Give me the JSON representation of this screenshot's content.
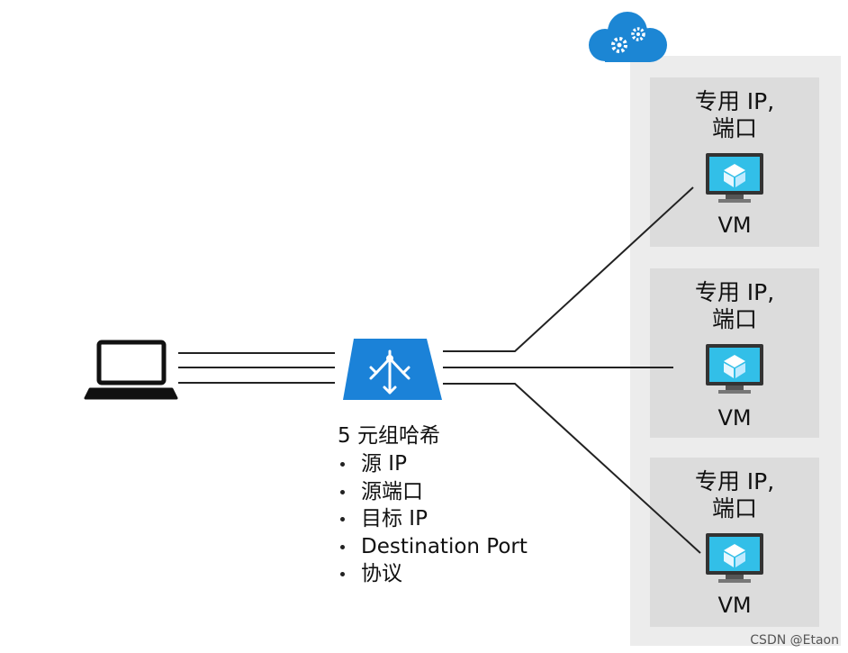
{
  "vm_panels": [
    {
      "label_line1": "专用 IP,",
      "label_line2": "端口",
      "vm_label": "VM"
    },
    {
      "label_line1": "专用 IP,",
      "label_line2": "端口",
      "vm_label": "VM"
    },
    {
      "label_line1": "专用 IP,",
      "label_line2": "端口",
      "vm_label": "VM"
    }
  ],
  "hash_info": {
    "title": "5 元组哈希",
    "items": [
      "源 IP",
      "源端口",
      "目标 IP",
      "Destination Port",
      "协议"
    ]
  },
  "watermark": "CSDN @Etaon",
  "icons": {
    "client": "laptop-icon",
    "load_balancer": "load-balancer-icon",
    "cloud": "cloud-services-icon",
    "vm": "virtual-machine-icon"
  },
  "colors": {
    "azure_blue": "#1b82d8",
    "cloud_blue": "#1c86d4",
    "monitor_cyan": "#32bfe8",
    "panel_gray": "#dcdcdc",
    "backdrop_gray": "#ececec",
    "line_color": "#222222"
  }
}
